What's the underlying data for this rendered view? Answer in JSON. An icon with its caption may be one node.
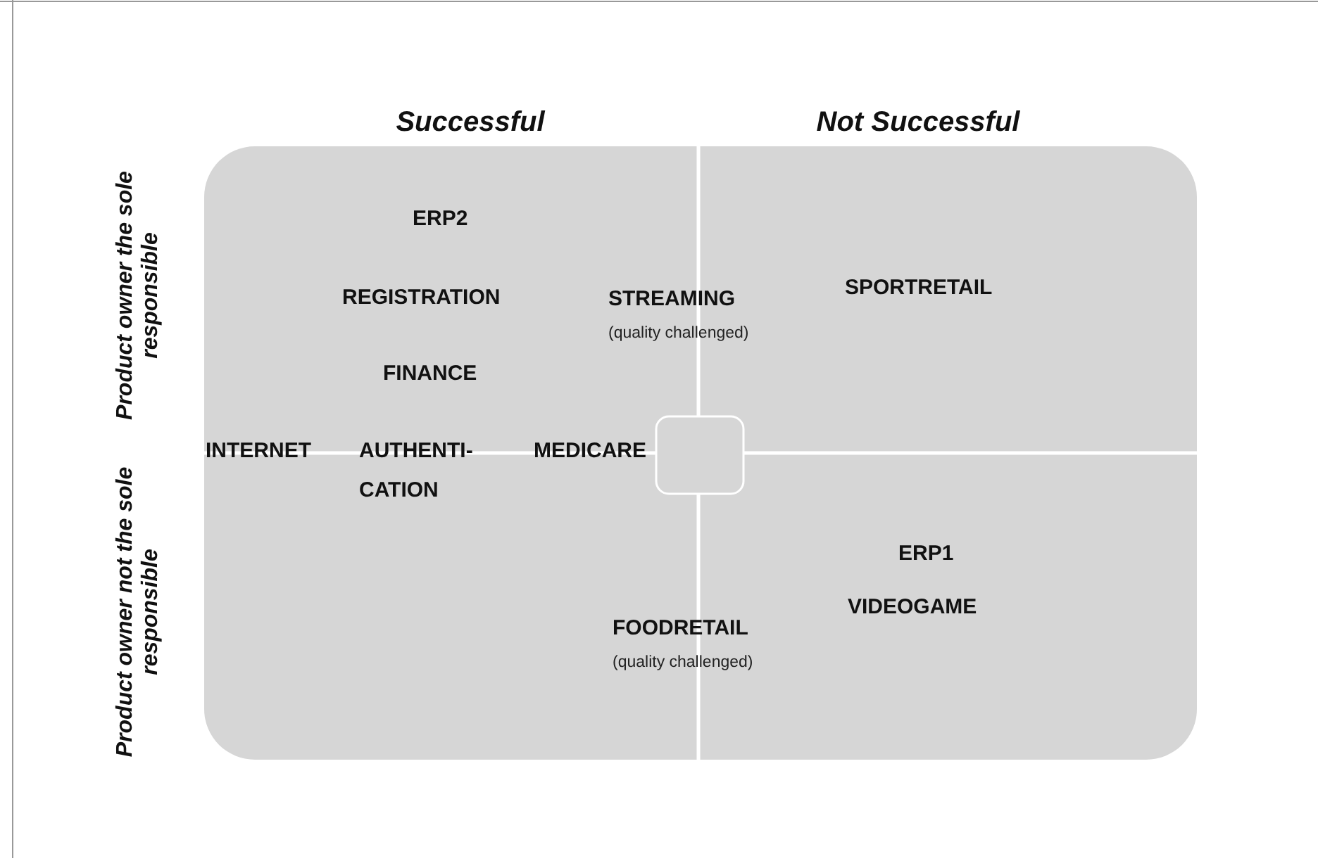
{
  "diagram": {
    "labels": [
      "Successful",
      "Not Successful",
      "Product owner the sole responsible",
      "Product owner not the sole responsible",
      "ERP2",
      "REGISTRATION",
      "STREAMING",
      "(quality challenged)",
      "SPORTRETAIL",
      "FINANCE",
      "INTERNET",
      "AUTHENTI- CATION",
      "MEDICARE",
      "ERP1",
      "VIDEOGAME",
      "FOODRETAIL",
      "(quality challenged)"
    ]
  }
}
